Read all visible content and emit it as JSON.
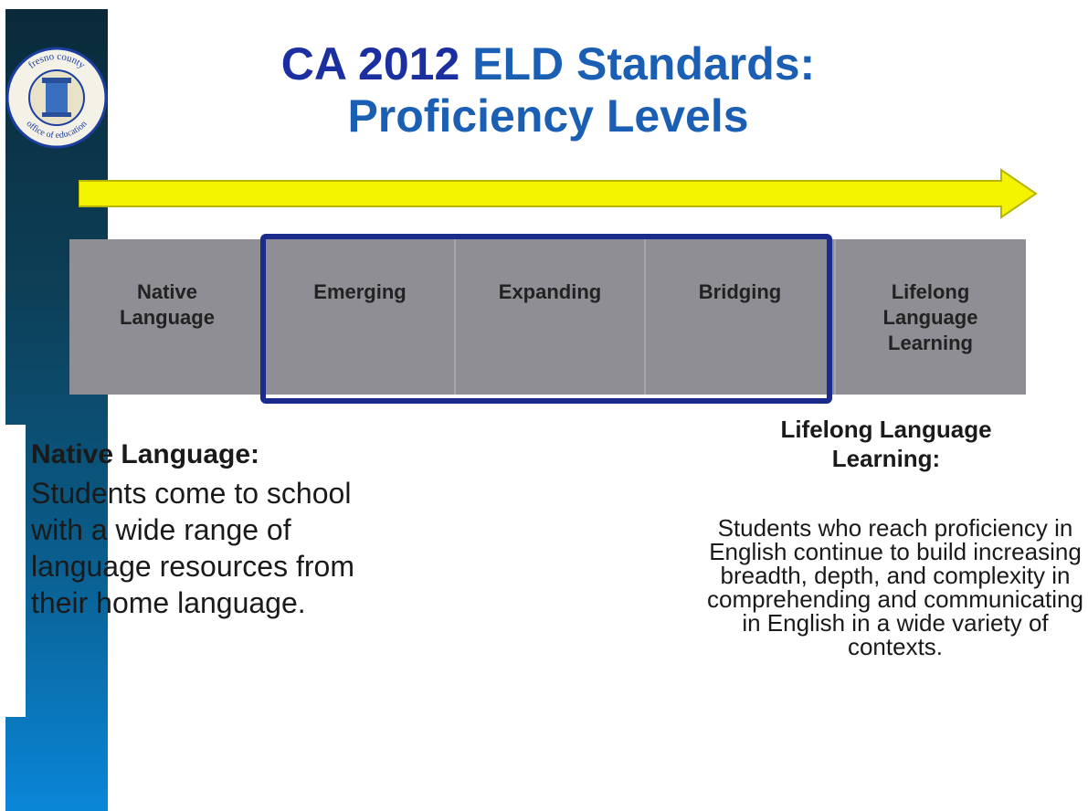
{
  "seal": {
    "top_text": "fresno county",
    "bottom_text": "office of education"
  },
  "title": {
    "line1_part1": "CA 2012 ",
    "line1_part2": "ELD Standards:",
    "line2": "Proficiency Levels"
  },
  "levels": [
    {
      "line1": "Native",
      "line2": "Language",
      "line3": ""
    },
    {
      "line1": "Emerging",
      "line2": "",
      "line3": ""
    },
    {
      "line1": "Expanding",
      "line2": "",
      "line3": ""
    },
    {
      "line1": "Bridging",
      "line2": "",
      "line3": ""
    },
    {
      "line1": "Lifelong",
      "line2": "Language",
      "line3": "Learning"
    }
  ],
  "native": {
    "heading": "Native Language:",
    "body": "Students come to school with a wide range of language resources from their home language."
  },
  "lifelong": {
    "heading_line1": "Lifelong Language",
    "heading_line2": "Learning:",
    "body": "Students who reach proficiency in English continue to build increasing breadth, depth, and complexity in comprehending and communicating in English in a wide variety of contexts."
  }
}
